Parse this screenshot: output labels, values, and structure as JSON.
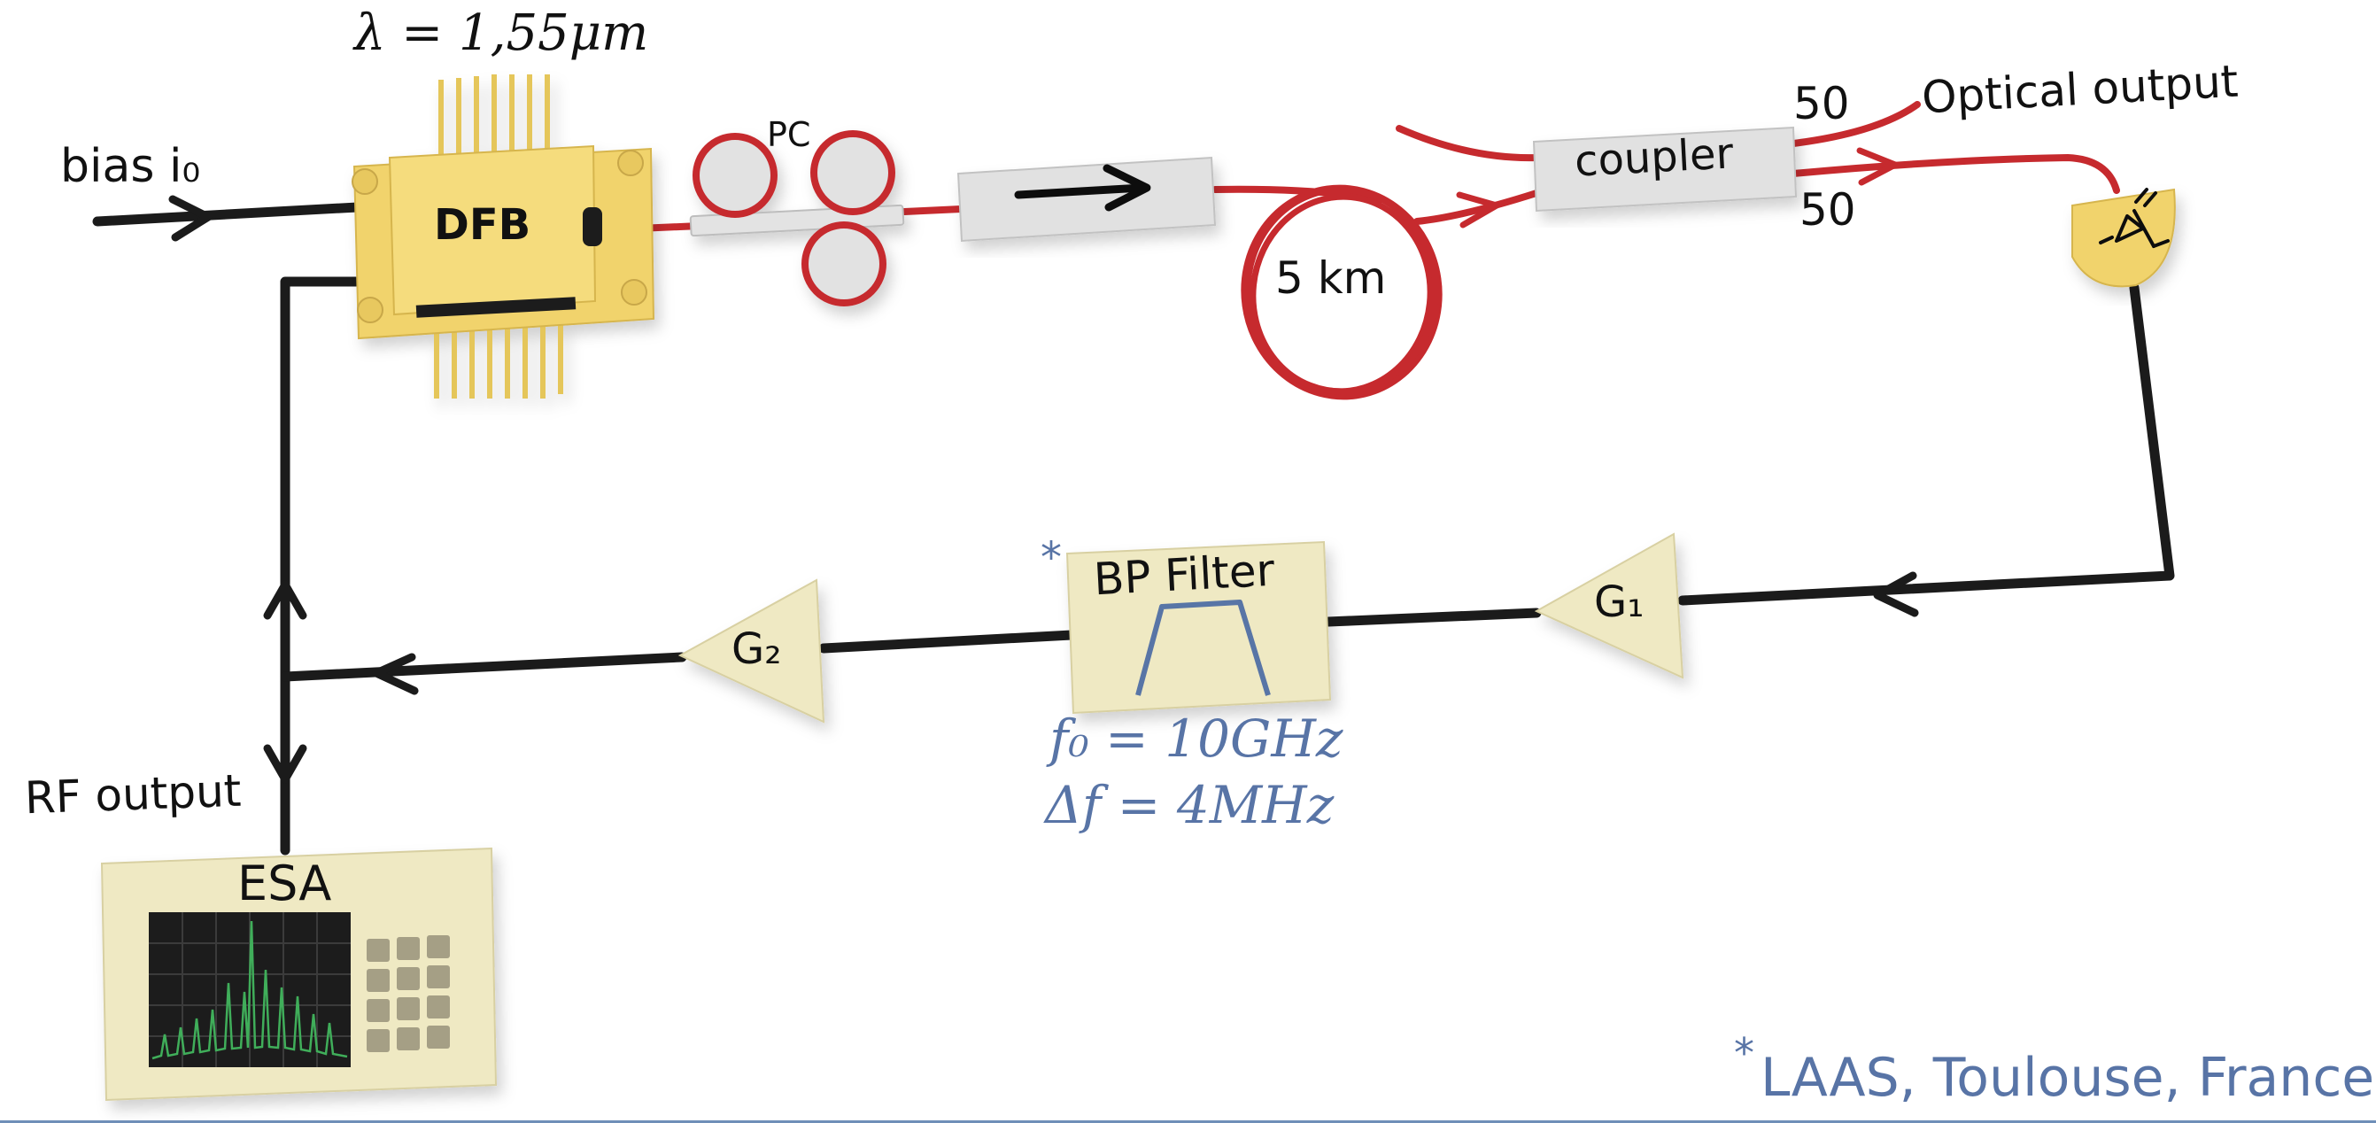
{
  "labels": {
    "wavelength": "λ = 1,55μm",
    "bias": "bias i₀",
    "dfb": "DFB",
    "pc": "PC",
    "fiber_spool": "5  km",
    "coupler": "coupler",
    "coupler_port_top": "50",
    "coupler_port_bottom": "50",
    "optical_output": "Optical output",
    "g1": "G₁",
    "bp_filter": "BP Filter",
    "bp_filter_mark": "*",
    "f0": "f₀ = 10GHz",
    "delta_f": "Δf = 4MHz",
    "g2": "G₂",
    "rf_output": "RF output",
    "esa": "ESA",
    "footnote_mark": "*",
    "footnote": "LAAS, Toulouse, France"
  },
  "colors": {
    "fiber": "#c62a2e",
    "wire": "#1b1b1b",
    "dfb_body": "#f1d36c",
    "dfb_pins": "#e5c65a",
    "component_cream": "#efe9c3",
    "isolator": "#dedede",
    "annotation_blue": "#5874a6",
    "esa_screen": "#1a1a1a",
    "esa_trace": "#3fae5a",
    "keypad": "#a59f85"
  },
  "icons": {
    "photodiode": "photodiode-icon",
    "isolator_arrow": "arrow-right-icon",
    "bandpass": "bandpass-filter-icon"
  }
}
